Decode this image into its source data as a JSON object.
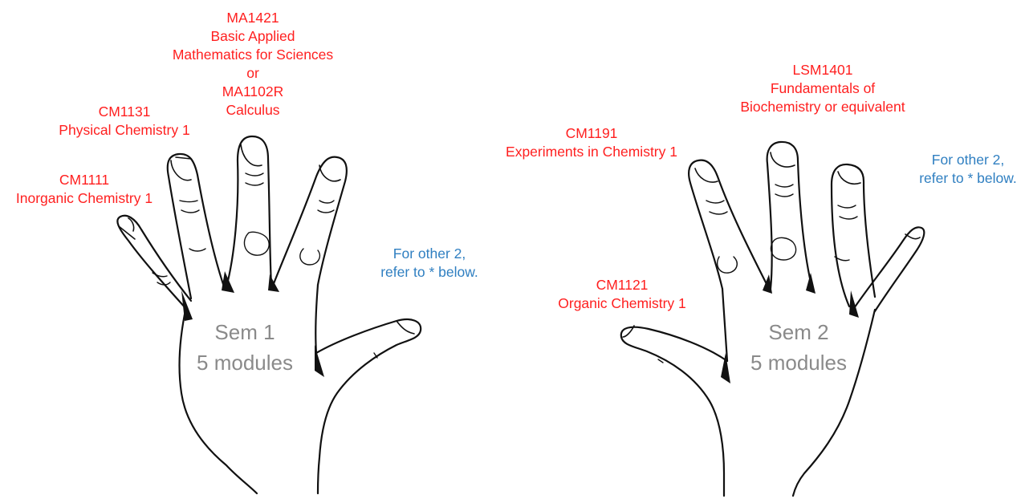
{
  "semesters": [
    {
      "title": "Sem 1",
      "count_text": "5 modules",
      "modules": [
        {
          "lines": [
            "CM1111",
            "Inorganic Chemistry 1"
          ]
        },
        {
          "lines": [
            "CM1131",
            "Physical Chemistry 1"
          ]
        },
        {
          "lines": [
            "MA1421",
            "Basic Applied",
            "Mathematics for Sciences",
            "or",
            "MA1102R",
            "Calculus"
          ]
        }
      ],
      "note": [
        "For other 2,",
        "refer to * below."
      ]
    },
    {
      "title": "Sem 2",
      "count_text": "5 modules",
      "modules": [
        {
          "lines": [
            "CM1191",
            "Experiments in Chemistry 1"
          ]
        },
        {
          "lines": [
            "LSM1401",
            "Fundamentals of",
            "Biochemistry or equivalent"
          ]
        },
        {
          "lines": [
            "CM1121",
            "Organic Chemistry 1"
          ]
        }
      ],
      "note": [
        "For other 2,",
        "refer to * below."
      ]
    }
  ],
  "colors": {
    "module_text": "#ff1f1f",
    "note_text": "#2f7fc1",
    "sem_text": "#8a8a8a",
    "outline": "#111111"
  }
}
